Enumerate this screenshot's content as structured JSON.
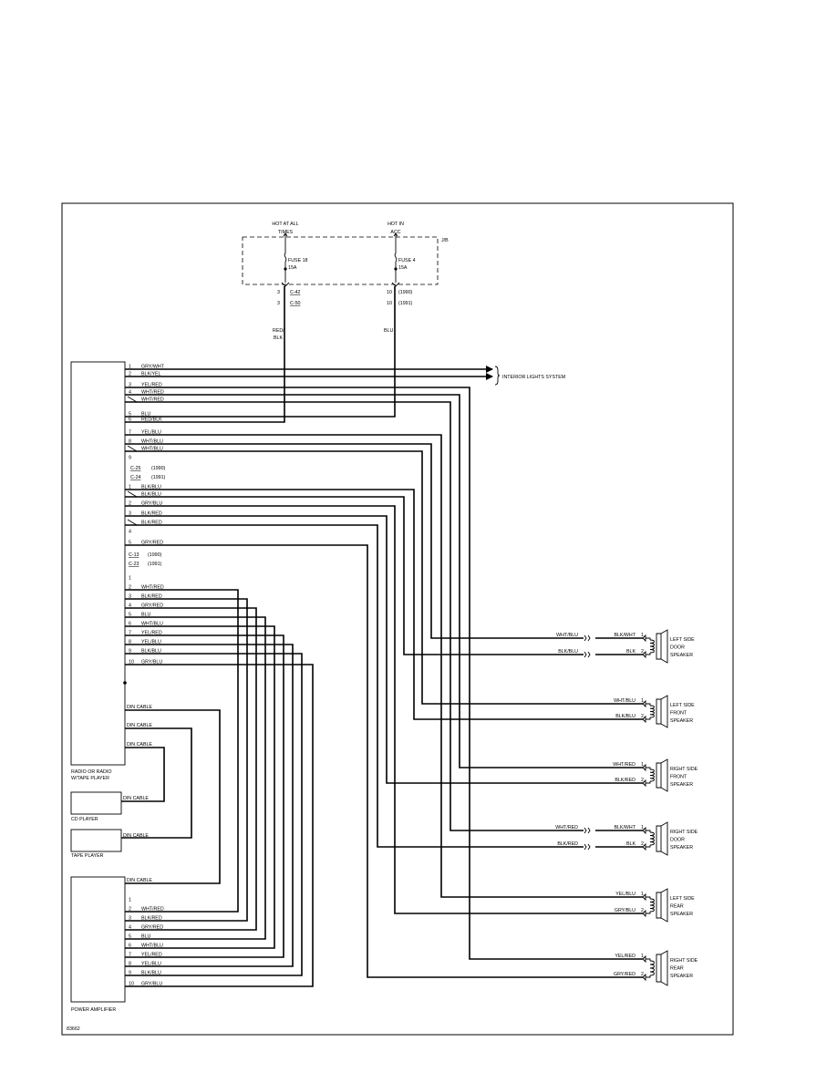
{
  "figure_id": "83662",
  "power": {
    "left_label": [
      "HOT AT ALL",
      "TIMES"
    ],
    "right_label": [
      "HOT IN",
      "ACC"
    ],
    "jb_label": "J/B",
    "fuse_left": [
      "FUSE 18",
      "15A"
    ],
    "fuse_right": [
      "FUSE 4",
      "15A"
    ],
    "connectors_left": [
      {
        "pin": "3",
        "name": "C-42"
      },
      {
        "pin": "3",
        "name": "C-50"
      }
    ],
    "connectors_right": [
      {
        "pin": "10",
        "note": "(1990)"
      },
      {
        "pin": "10",
        "note": "(1991)"
      }
    ],
    "wire_left": [
      "RED/",
      "BLK"
    ],
    "wire_right": "BLU"
  },
  "interior_lights": "INTERIOR LIGHTS SYSTEM",
  "radio": {
    "label": [
      "RADIO OR RADIO",
      "W/TAPE PLAYER"
    ],
    "group1": [
      {
        "pin": "1",
        "color": "GRY/WHT"
      },
      {
        "pin": "2",
        "color": "BLK/YEL"
      },
      {
        "pin": "3",
        "color": "YEL/RED"
      },
      {
        "pin": "4",
        "color": "WHT/RED"
      },
      {
        "pin": "",
        "color": "WHT/RED"
      },
      {
        "pin": "5",
        "color": "BLU"
      },
      {
        "pin": "6",
        "color": "RED/BLK"
      },
      {
        "pin": "7",
        "color": "YEL/BLU"
      },
      {
        "pin": "8",
        "color": "WHT/BLU"
      },
      {
        "pin": "",
        "color": "WHT/BLU"
      },
      {
        "pin": "9",
        "color": ""
      }
    ],
    "conn_mid": [
      {
        "name": "C-25",
        "note": "(1990)"
      },
      {
        "name": "C-24",
        "note": "(1991)"
      }
    ],
    "group2": [
      {
        "pin": "1",
        "color": "BLK/BLU"
      },
      {
        "pin": "",
        "color": "BLK/BLU"
      },
      {
        "pin": "2",
        "color": "GRY/BLU"
      },
      {
        "pin": "3",
        "color": "BLK/RED"
      },
      {
        "pin": "",
        "color": "BLK/RED"
      },
      {
        "pin": "4",
        "color": ""
      },
      {
        "pin": "5",
        "color": "GRY/RED"
      }
    ],
    "conn_low": [
      {
        "name": "C-13",
        "note": "(1990)"
      },
      {
        "name": "C-23",
        "note": "(1991)"
      }
    ],
    "group3": [
      {
        "pin": "1",
        "color": ""
      },
      {
        "pin": "2",
        "color": "WHT/RED"
      },
      {
        "pin": "3",
        "color": "BLK/RED"
      },
      {
        "pin": "4",
        "color": "GRY/RED"
      },
      {
        "pin": "5",
        "color": "BLU"
      },
      {
        "pin": "6",
        "color": "WHT/BLU"
      },
      {
        "pin": "7",
        "color": "YEL/RED"
      },
      {
        "pin": "8",
        "color": "YEL/BLU"
      },
      {
        "pin": "9",
        "color": "BLK/BLU"
      },
      {
        "pin": "10",
        "color": "GRY/BLU"
      }
    ],
    "din": [
      "DIN CABLE",
      "DIN CABLE",
      "DIN CABLE"
    ]
  },
  "cd_player": {
    "label": "CD PLAYER",
    "din": "DIN CABLE"
  },
  "tape_player": {
    "label": "TAPE PLAYER",
    "din": "DIN CABLE"
  },
  "amplifier": {
    "label": "POWER AMPLIFIER",
    "din": "DIN CABLE",
    "pins": [
      {
        "pin": "1",
        "color": ""
      },
      {
        "pin": "2",
        "color": "WHT/RED"
      },
      {
        "pin": "3",
        "color": "BLK/RED"
      },
      {
        "pin": "4",
        "color": "GRY/RED"
      },
      {
        "pin": "5",
        "color": "BLU"
      },
      {
        "pin": "6",
        "color": "WHT/BLU"
      },
      {
        "pin": "7",
        "color": "YEL/RED"
      },
      {
        "pin": "8",
        "color": "YEL/BLU"
      },
      {
        "pin": "9",
        "color": "BLK/BLU"
      },
      {
        "pin": "10",
        "color": "GRY/BLU"
      }
    ]
  },
  "speakers": [
    {
      "name": [
        "LEFT SIDE",
        "DOOR",
        "SPEAKER"
      ],
      "top_wire": "WHT/BLU",
      "bottom_wire": "BLK/BLU",
      "top_term": "BLK/WHT",
      "bottom_term": "BLK",
      "pins": [
        "1",
        "2"
      ]
    },
    {
      "name": [
        "LEFT SIDE",
        "FRONT",
        "SPEAKER"
      ],
      "top_wire": "",
      "bottom_wire": "",
      "top_term": "WHT/BLU",
      "bottom_term": "BLK/BLU",
      "pins": [
        "1",
        "2"
      ]
    },
    {
      "name": [
        "RIGHT SIDE",
        "FRONT",
        "SPEAKER"
      ],
      "top_wire": "",
      "bottom_wire": "",
      "top_term": "WHT/RED",
      "bottom_term": "BLK/RED",
      "pins": [
        "1",
        "2"
      ]
    },
    {
      "name": [
        "RIGHT SIDE",
        "DOOR",
        "SPEAKER"
      ],
      "top_wire": "WHT/RED",
      "bottom_wire": "BLK/RED",
      "top_term": "BLK/WHT",
      "bottom_term": "BLK",
      "pins": [
        "1",
        "2"
      ]
    },
    {
      "name": [
        "LEFT SIDE",
        "REAR",
        "SPEAKER"
      ],
      "top_wire": "",
      "bottom_wire": "",
      "top_term": "YEL/BLU",
      "bottom_term": "GRY/BLU",
      "pins": [
        "1",
        "2"
      ]
    },
    {
      "name": [
        "RIGHT SIDE",
        "REAR",
        "SPEAKER"
      ],
      "top_wire": "",
      "bottom_wire": "",
      "top_term": "YEL/RED",
      "bottom_term": "GRY/RED",
      "pins": [
        "1",
        "2"
      ]
    }
  ]
}
